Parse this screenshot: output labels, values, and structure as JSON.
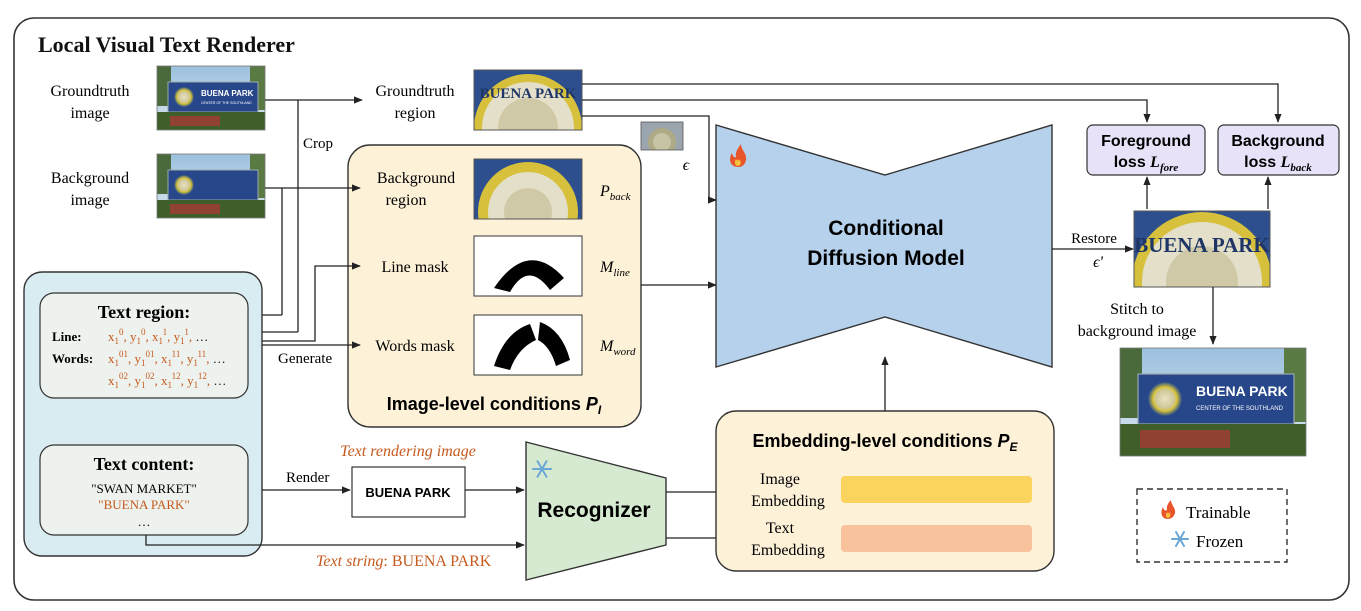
{
  "title": "Local Visual Text Renderer",
  "inputs": {
    "groundtruth_image": [
      "Groundtruth",
      "image"
    ],
    "background_image": [
      "Background",
      "image"
    ]
  },
  "photo_sign": {
    "name": "BUENA PARK",
    "tagline": "CENTER OF THE SOUTHLAND"
  },
  "edge_labels": {
    "crop": "Crop",
    "generate": "Generate",
    "render": "Render",
    "restore": "Restore",
    "epsilon": "ϵ",
    "epsilon_prime": "ϵ'",
    "stitch": [
      "Stitch to",
      "background image"
    ],
    "text_rendering_image": "Text rendering image",
    "text_string_italic": "Text string",
    "text_string_rest": ": BUENA PARK"
  },
  "groundtruth_region": [
    "Groundtruth",
    "region"
  ],
  "image_conditions": {
    "title": "Image-level conditions",
    "symbol": "P",
    "subscript": "I",
    "rows": [
      {
        "label": [
          "Background",
          "region"
        ],
        "symbol": "P",
        "sub": "back"
      },
      {
        "label": [
          "Line mask"
        ],
        "symbol": "M",
        "sub": "line"
      },
      {
        "label": [
          "Words mask"
        ],
        "symbol": "M",
        "sub": "word"
      }
    ]
  },
  "text_region": {
    "title": "Text region:",
    "line_label": "Line:",
    "words_label": "Words:",
    "ellipsis": "…"
  },
  "text_content": {
    "title": "Text content:",
    "items": [
      "\"SWAN MARKET\"",
      "\"BUENA PARK\"",
      "…"
    ]
  },
  "rendered_text": "BUENA PARK",
  "recognizer": "Recognizer",
  "diffusion_model": [
    "Conditional",
    "Diffusion Model"
  ],
  "embedding_conditions": {
    "title": "Embedding-level conditions",
    "symbol": "P",
    "subscript": "E",
    "rows": [
      {
        "label": [
          "Image",
          "Embedding"
        ]
      },
      {
        "label": [
          "Text",
          "Embedding"
        ]
      }
    ]
  },
  "losses": [
    {
      "label": [
        "Foreground",
        "loss"
      ],
      "symbol": "L",
      "sub": "fore"
    },
    {
      "label": [
        "Background",
        "loss"
      ],
      "symbol": "L",
      "sub": "back"
    }
  ],
  "legend": {
    "trainable": "Trainable",
    "frozen": "Frozen"
  },
  "colors": {
    "accent_orange": "#c65a1e",
    "image_cond_fill": "#fdf1d8",
    "text_panel_fill": "#d9ecf2",
    "diffusion_fill": "#b5d1ec",
    "recognizer_fill": "#d5ead0",
    "loss_fill": "#e7e2f8",
    "image_embedding_bar": "#fbd45e",
    "text_embedding_bar": "#f8c39c"
  },
  "icons": [
    "fire-icon",
    "snowflake-icon",
    "arrow-icon"
  ]
}
